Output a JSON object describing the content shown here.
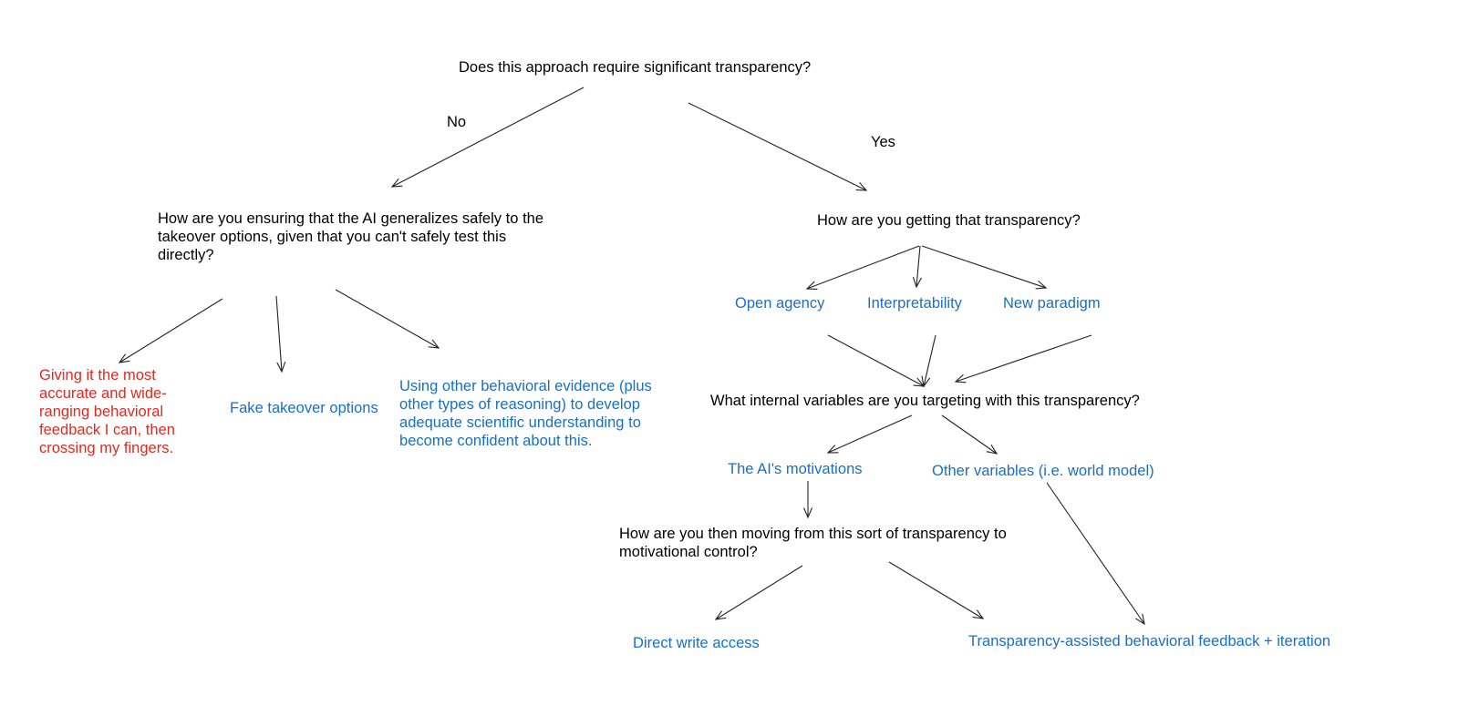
{
  "diagram": {
    "title": "Does this approach require significant transparency?",
    "background": "#ffffff",
    "colors": {
      "question": "#000000",
      "answer_blue": "#1a6fc4",
      "answer_red": "#e02a20",
      "arrow": "#222222"
    },
    "edge_labels": [
      {
        "id": "no",
        "text": "No"
      },
      {
        "id": "yes",
        "text": "Yes"
      }
    ],
    "nodes": [
      {
        "id": "root",
        "kind": "question",
        "text": "Does this approach require significant transparency?"
      },
      {
        "id": "generalize-safely",
        "kind": "question",
        "text": "How are you ensuring that the AI generalizes safely to the takeover options, given that you can't safely test this directly?"
      },
      {
        "id": "behavioral-feedback-fingers",
        "kind": "answer-red",
        "text": "Giving it the most accurate and wide-ranging behavioral feedback I can, then crossing my fingers."
      },
      {
        "id": "fake-takeover-options",
        "kind": "answer-blue",
        "text": "Fake takeover options"
      },
      {
        "id": "other-behavioral-evidence",
        "kind": "answer-blue",
        "text": "Using other behavioral evidence (plus other types of reasoning) to develop adequate scientific understanding to become confident about this."
      },
      {
        "id": "getting-transparency",
        "kind": "question",
        "text": "How are you getting that transparency?"
      },
      {
        "id": "open-agency",
        "kind": "answer-blue",
        "text": "Open agency"
      },
      {
        "id": "interpretability",
        "kind": "answer-blue",
        "text": "Interpretability"
      },
      {
        "id": "new-paradigm",
        "kind": "answer-blue",
        "text": "New paradigm"
      },
      {
        "id": "internal-variables",
        "kind": "question",
        "text": "What internal variables are you targeting with this transparency?"
      },
      {
        "id": "ai-motivations",
        "kind": "answer-blue",
        "text": "The AI's motivations"
      },
      {
        "id": "other-variables",
        "kind": "answer-blue",
        "text": "Other variables (i.e. world model)"
      },
      {
        "id": "motivational-control",
        "kind": "question",
        "text": "How are you then moving from this sort of transparency to motivational control?"
      },
      {
        "id": "direct-write-access",
        "kind": "answer-blue",
        "text": "Direct write access"
      },
      {
        "id": "transparency-assisted-feedback",
        "kind": "answer-blue",
        "text": "Transparency-assisted behavioral feedback + iteration"
      }
    ],
    "edges": [
      {
        "from": "root",
        "to": "generalize-safely",
        "label": "No"
      },
      {
        "from": "root",
        "to": "getting-transparency",
        "label": "Yes"
      },
      {
        "from": "generalize-safely",
        "to": "behavioral-feedback-fingers",
        "label": ""
      },
      {
        "from": "generalize-safely",
        "to": "fake-takeover-options",
        "label": ""
      },
      {
        "from": "generalize-safely",
        "to": "other-behavioral-evidence",
        "label": ""
      },
      {
        "from": "getting-transparency",
        "to": "open-agency",
        "label": ""
      },
      {
        "from": "getting-transparency",
        "to": "interpretability",
        "label": ""
      },
      {
        "from": "getting-transparency",
        "to": "new-paradigm",
        "label": ""
      },
      {
        "from": "open-agency",
        "to": "internal-variables",
        "label": ""
      },
      {
        "from": "interpretability",
        "to": "internal-variables",
        "label": ""
      },
      {
        "from": "new-paradigm",
        "to": "internal-variables",
        "label": ""
      },
      {
        "from": "internal-variables",
        "to": "ai-motivations",
        "label": ""
      },
      {
        "from": "internal-variables",
        "to": "other-variables",
        "label": ""
      },
      {
        "from": "ai-motivations",
        "to": "motivational-control",
        "label": ""
      },
      {
        "from": "motivational-control",
        "to": "direct-write-access",
        "label": ""
      },
      {
        "from": "motivational-control",
        "to": "transparency-assisted-feedback",
        "label": ""
      },
      {
        "from": "other-variables",
        "to": "transparency-assisted-feedback",
        "label": ""
      }
    ]
  }
}
